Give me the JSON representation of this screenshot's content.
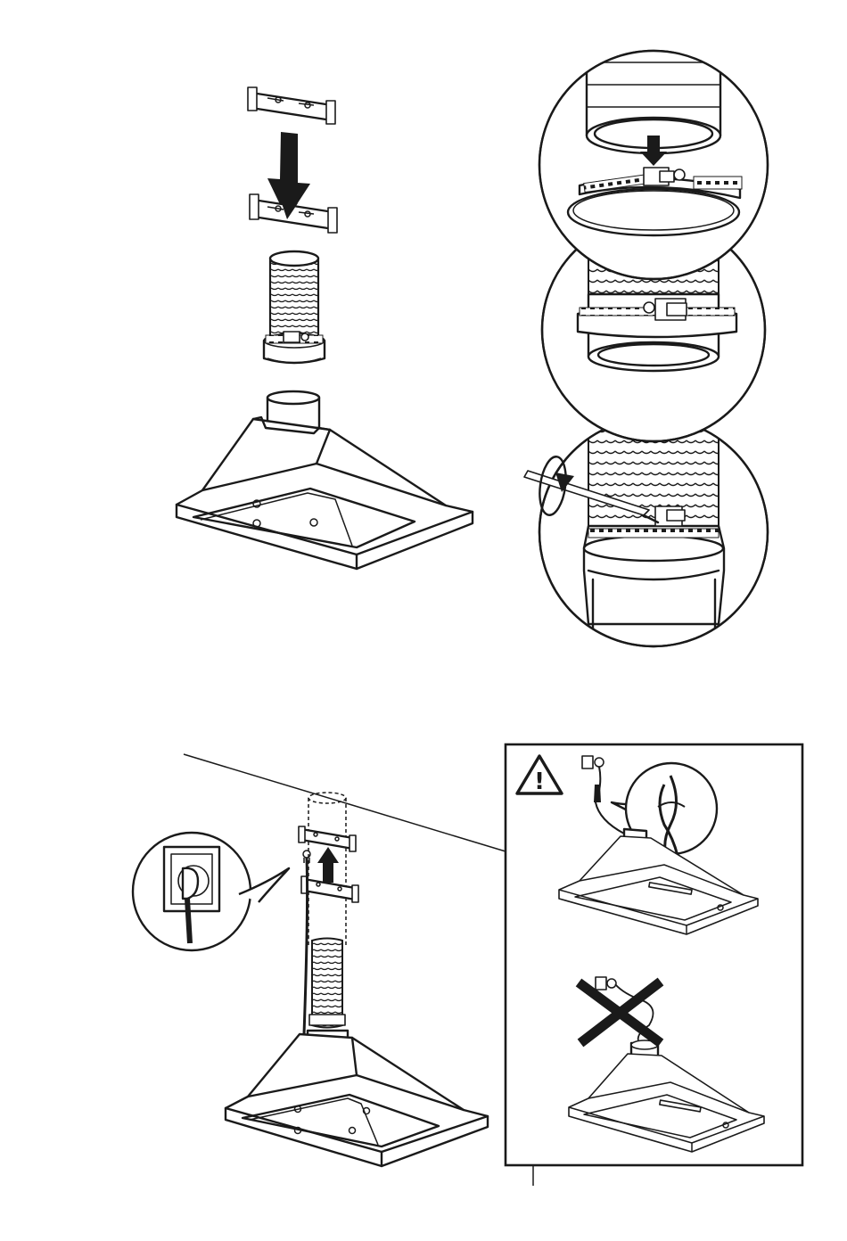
{
  "figure": {
    "top_left": [
      "mounting-bracket-upper",
      "mounting-bracket-lower",
      "down-arrow",
      "flexible-duct",
      "hose-clamp",
      "cooker-hood"
    ],
    "top_right": [
      "duct-collar",
      "hose-clamp",
      "screwdriver",
      "rotation-arrow"
    ],
    "bottom_left": [
      "ceiling-line",
      "mounting-brackets",
      "up-arrow",
      "plug-socket-callout",
      "power-cable",
      "flexible-duct",
      "cooker-hood"
    ],
    "warning_panel": {
      "warning_symbol": "!",
      "items": [
        "cable-coiled-correct",
        "cable-loose-incorrect"
      ],
      "border_color": "#1a1a1a"
    }
  },
  "icons": {
    "warning": "warning-triangle-icon",
    "cross": "cross-icon",
    "arrow_down": "arrow-down-icon",
    "arrow_up": "arrow-up-icon",
    "rotate": "rotate-icon"
  }
}
